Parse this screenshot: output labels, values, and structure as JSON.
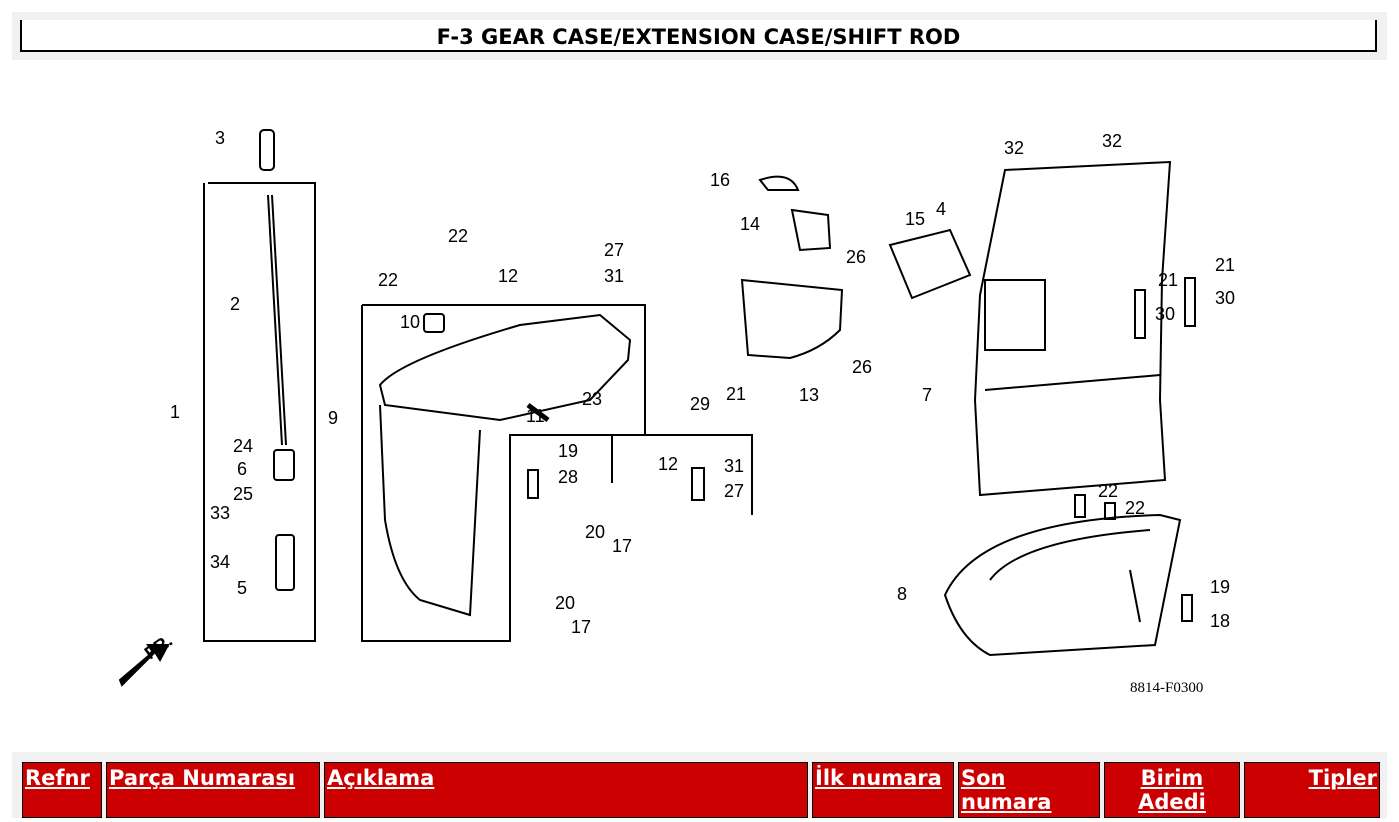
{
  "title": "F-3 GEAR CASE/EXTENSION CASE/SHIFT ROD",
  "diagram": {
    "code": "8814-F0300",
    "front_label": "FR.",
    "callouts": [
      "1",
      "2",
      "3",
      "4",
      "5",
      "6",
      "7",
      "8",
      "9",
      "10",
      "11",
      "12",
      "12",
      "13",
      "14",
      "15",
      "16",
      "17",
      "17",
      "18",
      "19",
      "19",
      "20",
      "20",
      "21",
      "21",
      "21",
      "22",
      "22",
      "22",
      "22",
      "23",
      "24",
      "25",
      "26",
      "26",
      "27",
      "27",
      "28",
      "29",
      "30",
      "30",
      "31",
      "31",
      "32",
      "32",
      "33",
      "34"
    ]
  },
  "table": {
    "headers": [
      "Refnr",
      "Parça Numarası",
      "Açıklama",
      "İlk numara",
      "Son numara",
      "Birim Adedi",
      "Tipler"
    ]
  }
}
